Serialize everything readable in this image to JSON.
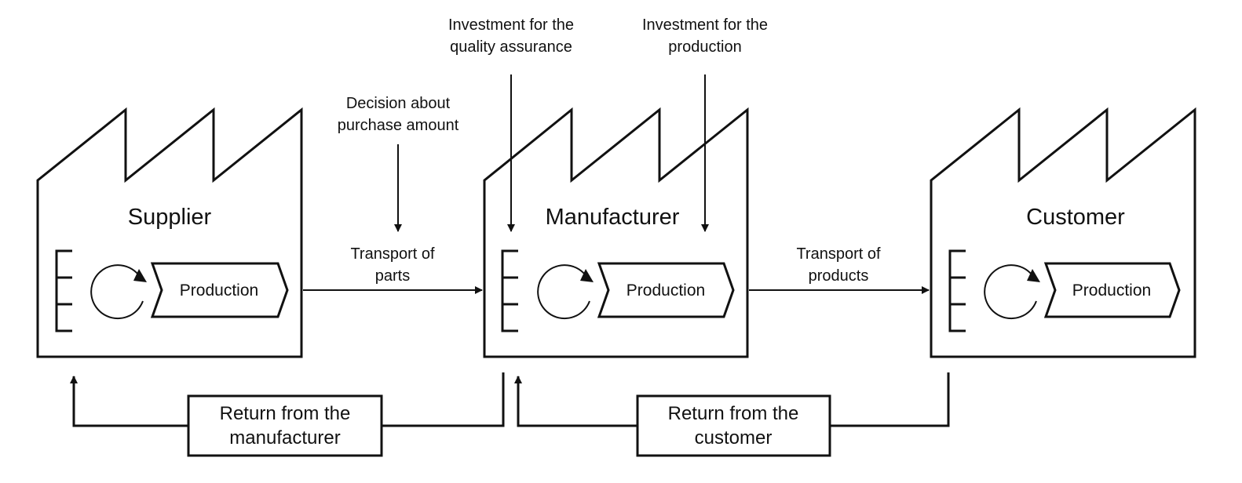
{
  "factories": [
    {
      "name": "Supplier",
      "process_label": "Production"
    },
    {
      "name": "Manufacturer",
      "process_label": "Production"
    },
    {
      "name": "Customer",
      "process_label": "Production"
    }
  ],
  "flows": {
    "transport_parts": [
      "Transport of",
      "parts"
    ],
    "transport_products": [
      "Transport of",
      "products"
    ]
  },
  "decisions": {
    "purchase_amount": [
      "Decision about",
      "purchase amount"
    ],
    "quality_assurance": [
      "Investment for the",
      "quality assurance"
    ],
    "production": [
      "Investment for the",
      "production"
    ]
  },
  "returns": {
    "from_manufacturer": [
      "Return from the",
      "manufacturer"
    ],
    "from_customer": [
      "Return from the",
      "customer"
    ]
  },
  "icons": [
    "factory-icon",
    "inventory-icon",
    "cycle-icon",
    "process-chevron-icon"
  ]
}
